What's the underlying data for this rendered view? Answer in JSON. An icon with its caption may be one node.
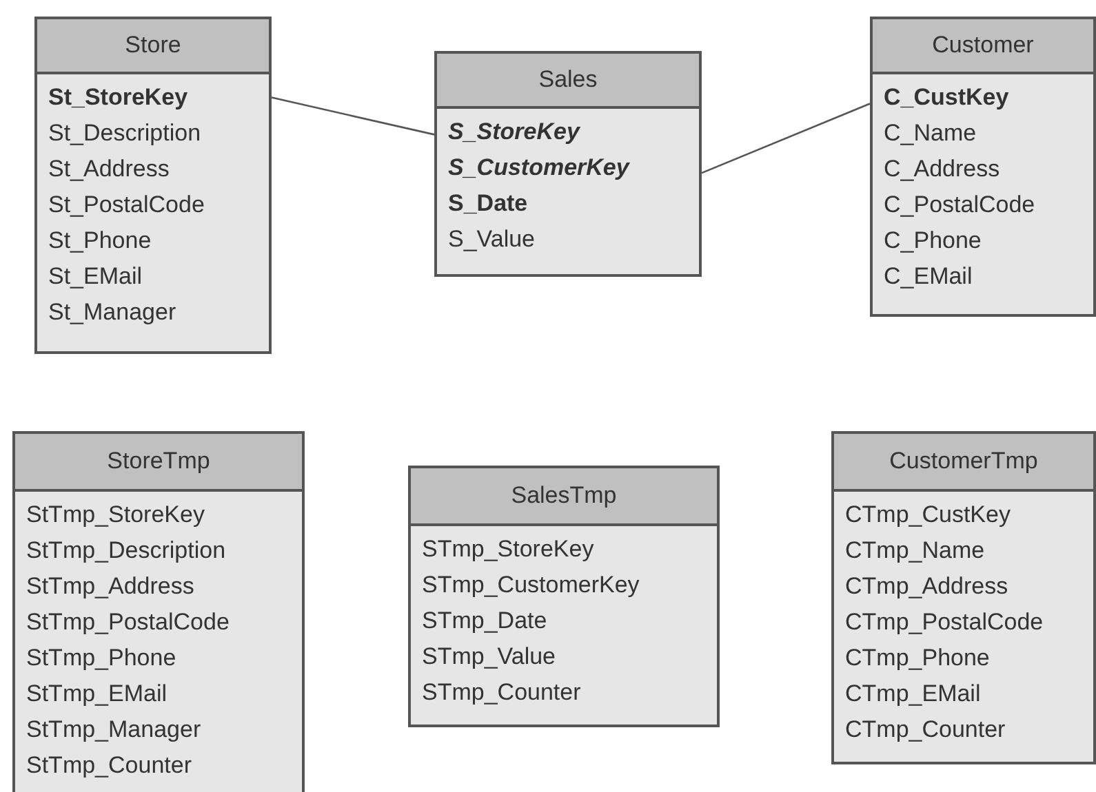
{
  "diagram": {
    "nodes": [
      {
        "text": [
          "Store",
          "**St_StoreKey**",
          "St_Description",
          "St_Address",
          "St_PostalCode",
          "St_Phone",
          "St_EMail",
          "St_Manager"
        ]
      },
      {
        "text": [
          "Sales",
          "*S_StoreKey*",
          "*S_CustomerKey*",
          "**S_Date**",
          "S_Value"
        ]
      },
      {
        "text": [
          "Customer",
          "**C_CustKey**",
          "C_Name",
          "C_Address",
          "C_PostalCode",
          "C_Phone",
          "C_EMail"
        ]
      },
      {
        "text": [
          "StoreTmp",
          "StTmp_StoreKey",
          "StTmp_Description",
          "StTmp_Address",
          "StTmp_PostalCode",
          "StTmp_Phone",
          "StTmp_EMail",
          "StTmp_Manager",
          "StTmp_Counter"
        ]
      },
      {
        "text": [
          "SalesTmp",
          "STmp_StoreKey",
          "STmp_CustomerKey",
          "STmp_Date",
          "STmp_Value",
          "STmp_Counter"
        ]
      },
      {
        "text": [
          "CustomerTmp",
          "CTmp_CustKey",
          "CTmp_Name",
          "CTmp_Address",
          "CTmp_PostalCode",
          "CTmp_Phone",
          "CTmp_EMail",
          "CTmp_Counter"
        ]
      }
    ],
    "edges": [
      {
        "from": 0,
        "to": 1,
        "arrow": "none"
      },
      {
        "from": 1,
        "to": 2,
        "arrow": "none"
      }
    ]
  }
}
